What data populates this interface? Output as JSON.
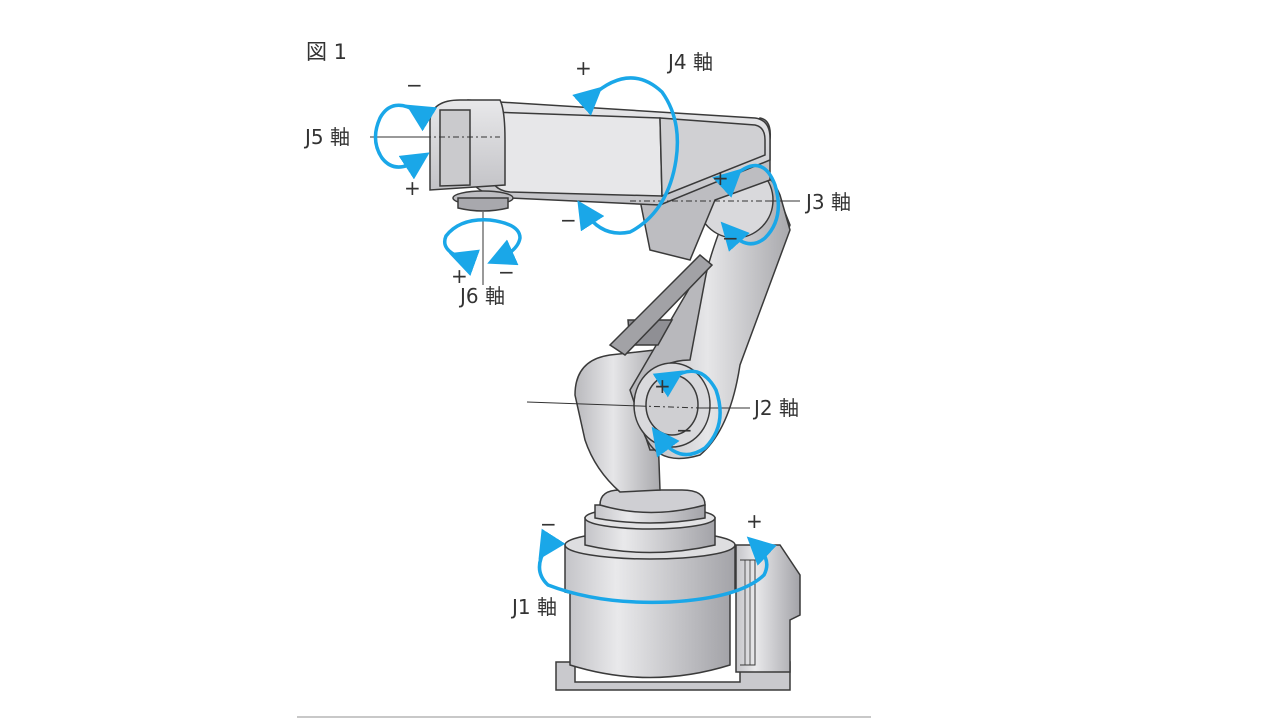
{
  "figure": {
    "title": "図 1"
  },
  "axes": {
    "j1": {
      "label": "J1 軸",
      "plus": "+",
      "minus": "−"
    },
    "j2": {
      "label": "J2 軸",
      "plus": "+",
      "minus": "−"
    },
    "j3": {
      "label": "J3 軸",
      "plus": "+",
      "minus": "−"
    },
    "j4": {
      "label": "J4 軸",
      "plus": "+",
      "minus": "−"
    },
    "j5": {
      "label": "J5 軸",
      "plus": "+",
      "minus": "−"
    },
    "j6": {
      "label": "J6 軸",
      "plus": "+",
      "minus": "−"
    }
  },
  "colors": {
    "arrow": "#1aa7e8",
    "body": "#d8d8da",
    "body_dark": "#a9a9ad",
    "outline": "#3a3a3a",
    "text": "#333333"
  }
}
